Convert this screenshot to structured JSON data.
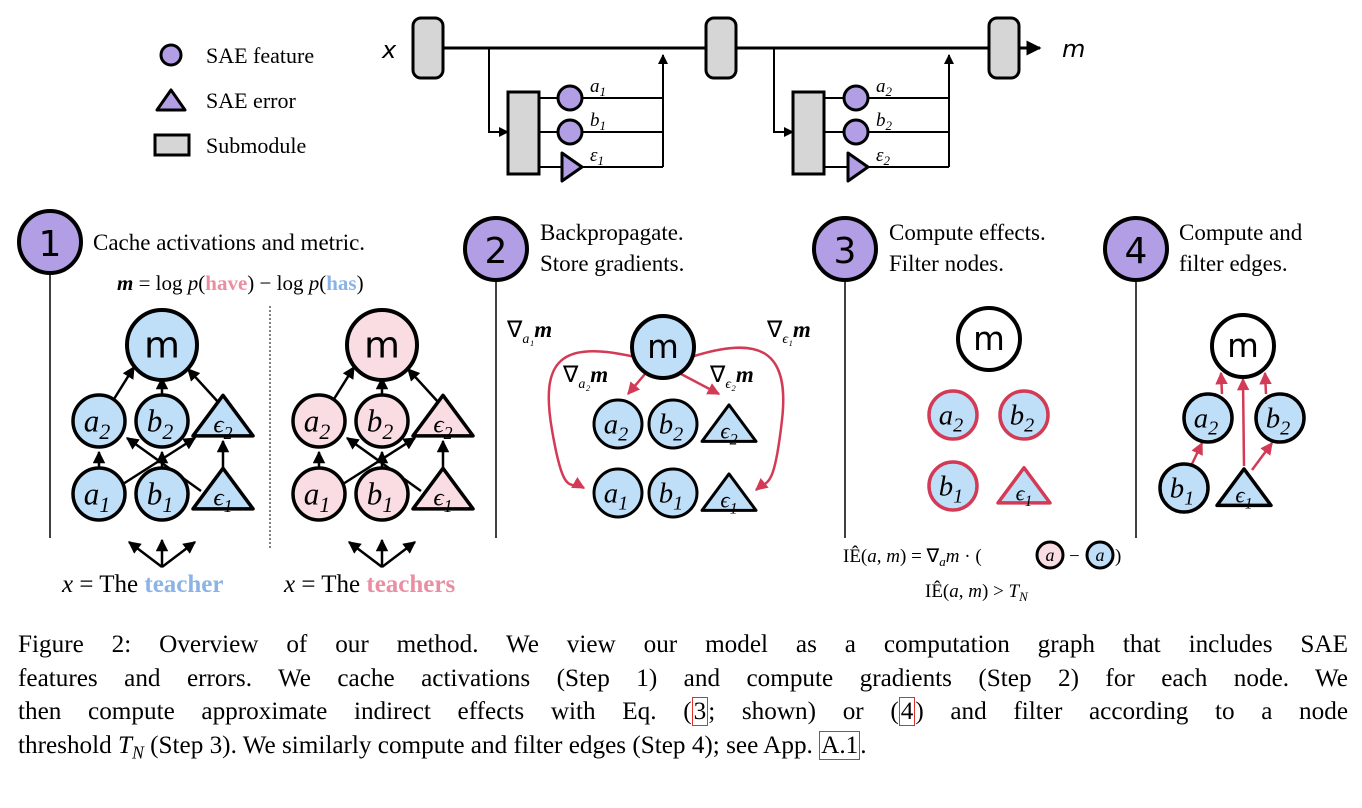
{
  "legend": {
    "items": [
      {
        "shape": "circle",
        "label": "SAE feature"
      },
      {
        "shape": "triangle",
        "label": "SAE error"
      },
      {
        "shape": "rect",
        "label": "Submodule"
      }
    ]
  },
  "pipeline": {
    "input_label": "x",
    "output_label": "m",
    "layers": [
      {
        "feature_labels": [
          "a",
          "b"
        ],
        "error_label": "ε",
        "index": "1"
      },
      {
        "feature_labels": [
          "a",
          "b"
        ],
        "error_label": "ε",
        "index": "2"
      }
    ]
  },
  "steps": [
    {
      "number": "1",
      "title_lines": [
        "Cache activations and metric."
      ]
    },
    {
      "number": "2",
      "title_lines": [
        "Backpropagate.",
        "Store gradients."
      ]
    },
    {
      "number": "3",
      "title_lines": [
        "Compute effects.",
        "Filter nodes."
      ]
    },
    {
      "number": "4",
      "title_lines": [
        "Compute and",
        "filter edges."
      ]
    }
  ],
  "step1": {
    "metric_prefix": "m = log p(",
    "metric_word1": "have",
    "metric_mid": ") − log p(",
    "metric_word2": "has",
    "metric_suffix": ")",
    "clean_input_prefix": "x = The ",
    "clean_input_word": "teacher",
    "corrupt_input_prefix": "x = The ",
    "corrupt_input_word": "teachers"
  },
  "step2": {
    "grad_a1": "∇",
    "grad_a1_sub": "a₁",
    "grad_a2_sub": "a₂",
    "grad_e1_sub": "ϵ₁",
    "grad_e2_sub": "ϵ₂",
    "grad_suffix": "m"
  },
  "step3": {
    "formula_line1_prefix": "IÊ(a, m) = ∇",
    "formula_line1_sub": "a",
    "formula_line1_mid": "m · (",
    "formula_line1_minus": "−",
    "formula_line1_end": ")",
    "formula_node_label": "a",
    "formula_line2": "IÊ(a, m) > T",
    "formula_line2_sub": "N"
  },
  "node_labels": {
    "m": "m",
    "a1": "a",
    "a1_sub": "1",
    "a2": "a",
    "a2_sub": "2",
    "b1": "b",
    "b1_sub": "1",
    "b2": "b",
    "b2_sub": "2",
    "e1": "ϵ",
    "e1_sub": "1",
    "e2": "ϵ",
    "e2_sub": "2"
  },
  "caption": {
    "line1": "Figure 2: Overview of our method. We view our model as a computation graph that includes SAE",
    "line2": "features and errors. We cache activations (Step 1) and compute gradients (Step 2) for each node. We",
    "line3_a": "then compute approximate indirect effects with Eq. (",
    "line3_ref1": "3",
    "line3_b": "; shown) or (",
    "line3_ref2": "4",
    "line3_c": ") and filter according to a node",
    "line4_a": "threshold ",
    "line4_T": "T",
    "line4_Tsub": "N",
    "line4_b": " (Step 3). We similarly compute and filter edges (Step 4); see App. ",
    "line4_ref": "A.1",
    "line4_c": "."
  },
  "colors": {
    "purple": "#b19ee4",
    "gray": "#d6d6d6",
    "blue_fill": "#bfdff9",
    "pink_fill": "#f9dde3",
    "red_edge": "#d33a55",
    "blue_text": "#8cb3e6",
    "pink_text": "#ea8fa2",
    "ref_box": "#e0302a"
  }
}
